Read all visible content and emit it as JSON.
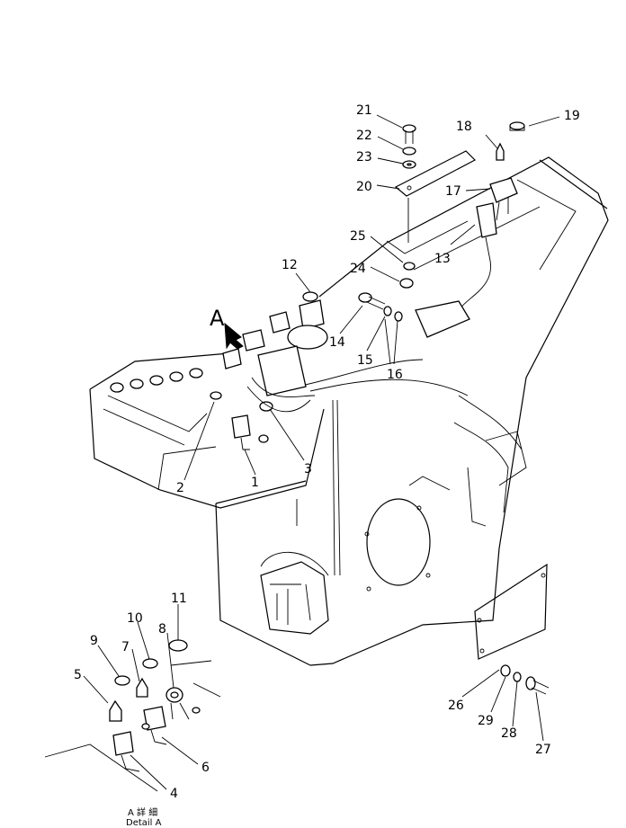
{
  "diagram": {
    "detail_marker": "A",
    "detail_caption_jp": "A 詳 細",
    "detail_caption_en": "Detail A",
    "callouts": [
      "1",
      "2",
      "3",
      "4",
      "5",
      "6",
      "7",
      "8",
      "9",
      "10",
      "11",
      "12",
      "13",
      "14",
      "15",
      "16",
      "17",
      "18",
      "19",
      "20",
      "21",
      "22",
      "23",
      "24",
      "25",
      "26",
      "27",
      "28",
      "29"
    ]
  }
}
